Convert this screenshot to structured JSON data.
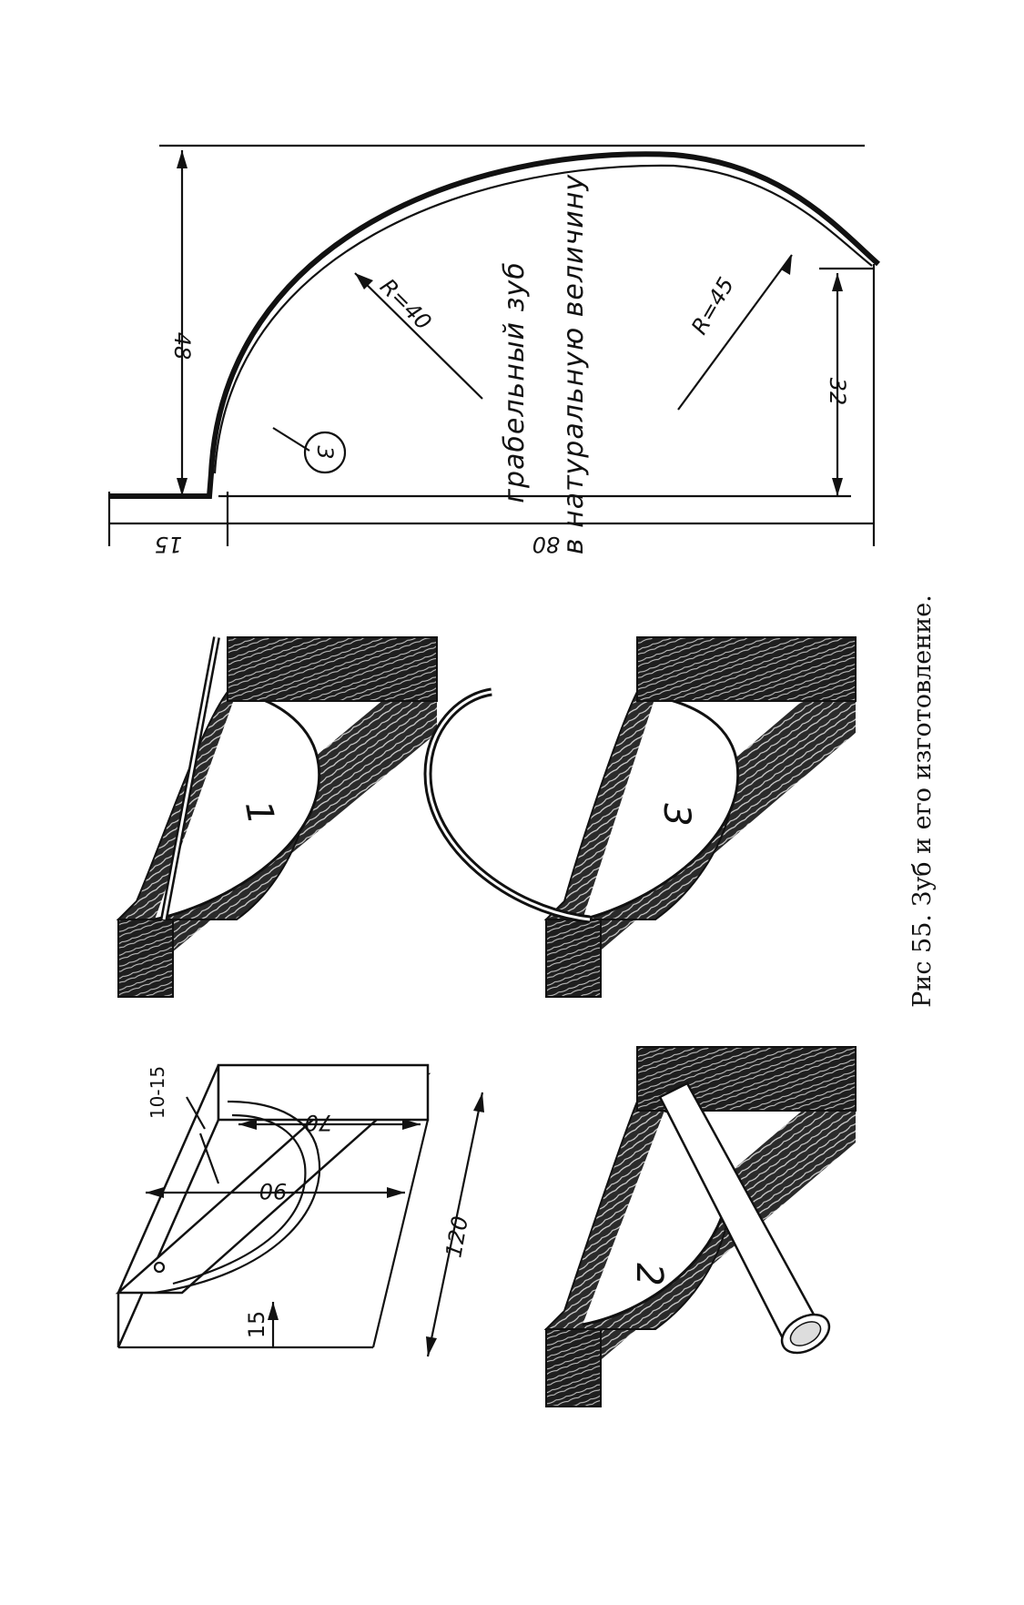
{
  "caption": "Рис 55. Зуб и его изготовление.",
  "main_drawing": {
    "note_line1": "грабельный  зуб",
    "note_line2": "в натуральную величину",
    "dim_height": "48",
    "dim_right": "32",
    "dim_base": "80",
    "dim_stub": "15",
    "radius_inner": "R=40",
    "radius_outer": "R=45",
    "marker": "3"
  },
  "template_drawing": {
    "dim_width": "90",
    "dim_depth": "70",
    "dim_length": "120",
    "dim_edge": "15",
    "dim_offset": "10-15"
  },
  "steps": {
    "step1": "1",
    "step2": "2",
    "step3": "3"
  }
}
